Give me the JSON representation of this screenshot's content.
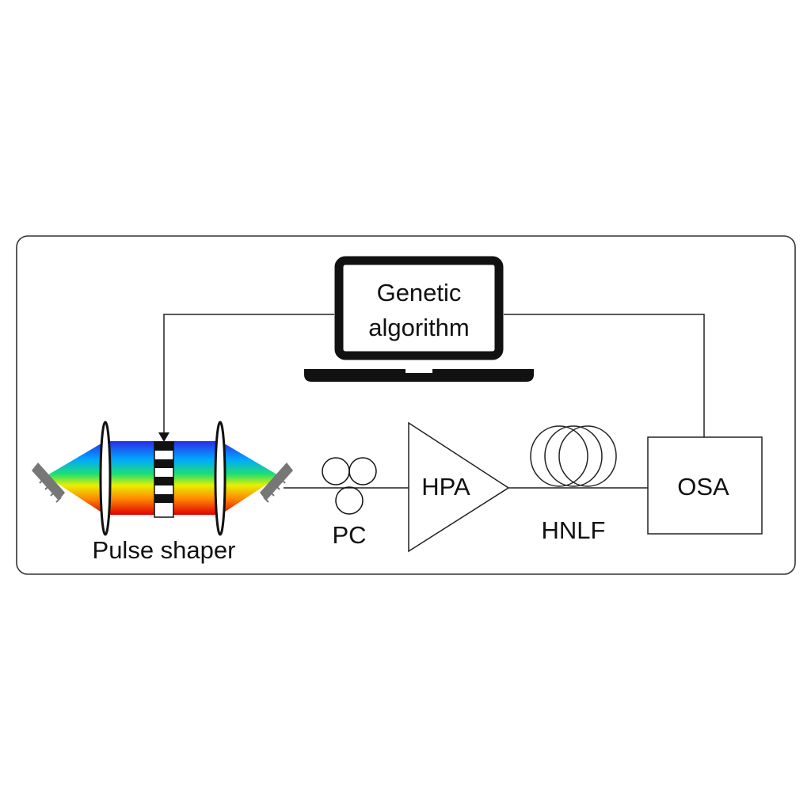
{
  "laptop": {
    "line1": "Genetic",
    "line2": "algorithm"
  },
  "labels": {
    "pulse_shaper": "Pulse shaper",
    "pc": "PC",
    "hpa": "HPA",
    "hnlf": "HNLF",
    "osa": "OSA"
  },
  "colors": {
    "frame": "#333333",
    "line": "#222222",
    "laptop": "#111111",
    "grating": "#777777",
    "spectrum": [
      "#2020e0",
      "#00b0ff",
      "#20e060",
      "#f0f000",
      "#ff8000",
      "#e00000"
    ]
  }
}
